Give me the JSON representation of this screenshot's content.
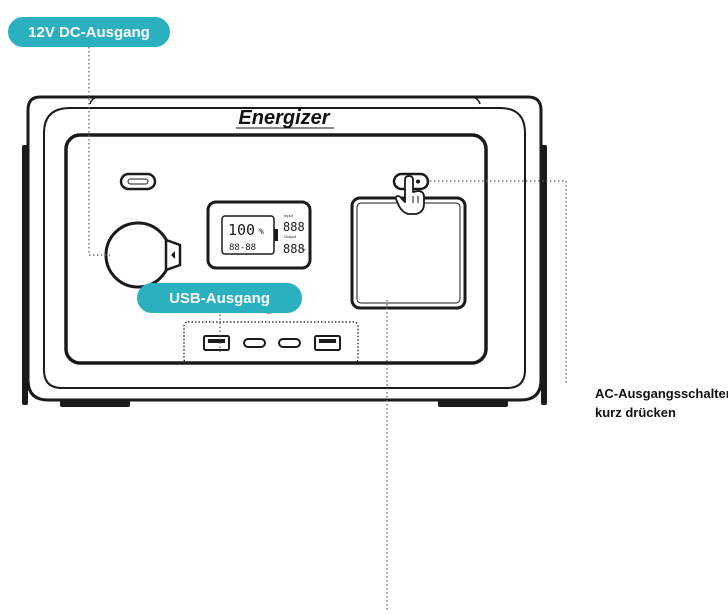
{
  "labels": {
    "dc_output": "12V DC-Ausgang",
    "usb_output": "USB-Ausgang",
    "ac_switch_line1": "AC-Ausgangsschalter",
    "ac_switch_line2": "kurz drücken"
  },
  "device": {
    "brand": "Energizer",
    "display": {
      "battery_value": "100",
      "battery_unit": "%",
      "time": "88-88",
      "input_label": "Input",
      "input_value": "888",
      "output_label": "Output",
      "output_value": "888",
      "output_unit": "W"
    }
  },
  "colors": {
    "accent": "#2ab0bf",
    "outline": "#1a1a1a",
    "text": "#111111",
    "leader": "#666666"
  }
}
